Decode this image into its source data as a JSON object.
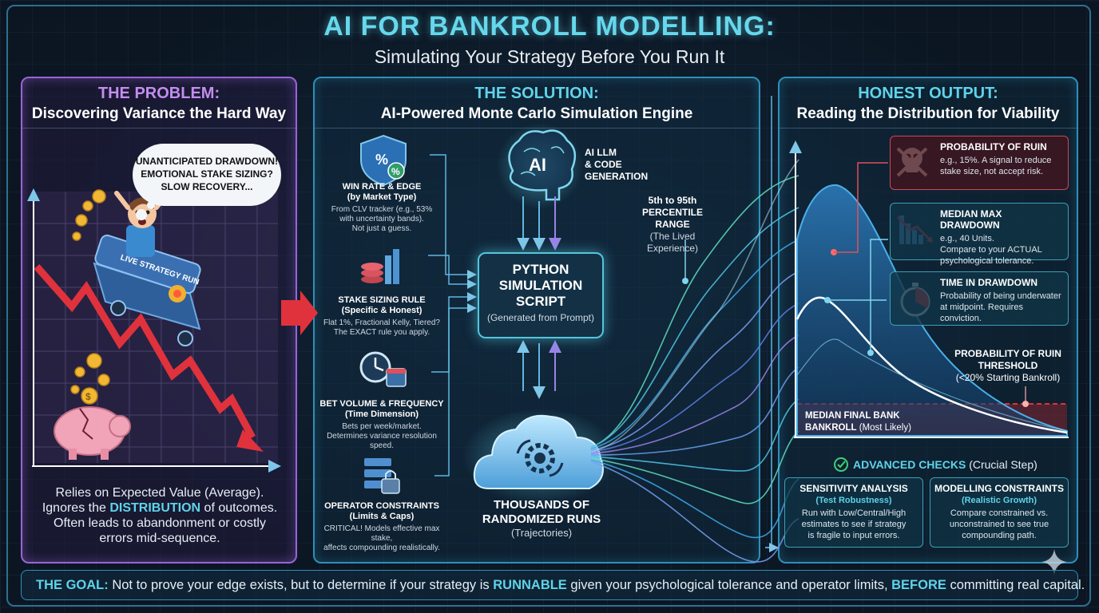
{
  "header": {
    "title": "AI FOR BANKROLL MODELLING:",
    "subtitle": "Simulating Your Strategy Before You Run It"
  },
  "problem": {
    "kicker": "THE PROBLEM:",
    "heading": "Discovering Variance the Hard Way",
    "bubble_l1": "UNANTICIPATED DRAWDOWN!",
    "bubble_l2": "EMOTIONAL STAKE SIZING?",
    "bubble_l3": "SLOW RECOVERY...",
    "cart_label": "LIVE STRATEGY RUN",
    "coin_symbol": "$",
    "desc_1": "Relies on Expected Value (Average).",
    "desc_2a": "Ignores the ",
    "desc_2b": "DISTRIBUTION",
    "desc_2c": " of outcomes.",
    "desc_3": "Often leads to abandonment or costly",
    "desc_4": "errors mid-sequence."
  },
  "solution": {
    "kicker": "THE SOLUTION:",
    "heading": "AI-Powered Monte Carlo Simulation Engine",
    "inputs": [
      {
        "title": "WIN RATE & EDGE",
        "subtitle": "(by Market Type)",
        "desc": [
          "From CLV tracker (e.g., 53%",
          "with uncertainty bands).",
          "Not just a guess."
        ],
        "icon": "percent-shield-icon"
      },
      {
        "title": "STAKE SIZING RULE",
        "subtitle": "(Specific & Honest)",
        "desc": [
          "Flat 1%, Fractional Kelly, Tiered?",
          "The EXACT rule you apply."
        ],
        "icon": "coin-stack-icon"
      },
      {
        "title": "BET VOLUME & FREQUENCY",
        "subtitle": "(Time Dimension)",
        "desc": [
          "Bets per week/market.",
          "Determines variance resolution speed."
        ],
        "icon": "clock-calendar-icon"
      },
      {
        "title": "OPERATOR CONSTRAINTS",
        "subtitle": "(Limits & Caps)",
        "desc": [
          "CRITICAL! Models effective max stake,",
          "affects compounding realistically."
        ],
        "icon": "server-lock-icon"
      }
    ],
    "ai_mark": "AI",
    "ai_label_1": "AI LLM",
    "ai_label_2": "& CODE",
    "ai_label_3": "GENERATION",
    "script_l1": "PYTHON",
    "script_l2": "SIMULATION",
    "script_l3": "SCRIPT",
    "script_note": "(Generated from Prompt)",
    "runs_l1": "THOUSANDS OF",
    "runs_l2": "RANDOMIZED RUNS",
    "runs_note": "(Trajectories)",
    "pct_l1": "5th to 95th",
    "pct_l2": "PERCENTILE",
    "pct_l3": "RANGE",
    "pct_note": "(The Lived Experience)"
  },
  "output": {
    "kicker": "HONEST OUTPUT:",
    "heading": "Reading the Distribution for Viability",
    "cards": {
      "ruin": {
        "title": "PROBABILITY OF RUIN",
        "d1": "e.g., 15%. A signal to reduce",
        "d2": "stake size, not accept risk."
      },
      "mdd": {
        "title": "MEDIAN MAX DRAWDOWN",
        "d1": "e.g., 40 Units.",
        "d2": "Compare to your ACTUAL",
        "d3": "psychological tolerance."
      },
      "tid": {
        "title": "TIME IN DRAWDOWN",
        "d1": "Probability of being underwater",
        "d2": "at midpoint. Requires conviction."
      }
    },
    "thresh_l1": "PROBABILITY OF RUIN",
    "thresh_l2": "THRESHOLD",
    "thresh_note": "(<20% Starting Bankroll)",
    "median_l1": "MEDIAN FINAL BANK",
    "median_l2a": "BANKROLL",
    "median_l2b": " (Most Likely)",
    "adv_title": "ADVANCED CHECKS",
    "adv_note": " (Crucial Step)",
    "adv_cards": [
      {
        "title": "SENSITIVITY ANALYSIS",
        "sub": "(Test Robustness)",
        "d1": "Run with Low/Central/High",
        "d2": "estimates to see if strategy",
        "d3": "is fragile to input errors."
      },
      {
        "title": "MODELLING CONSTRAINTS",
        "sub": "(Realistic Growth)",
        "d1": "Compare constrained vs.",
        "d2": "unconstrained to see true",
        "d3": "compounding path."
      }
    ]
  },
  "goal": {
    "label": "THE GOAL:",
    "t1": " Not to prove your edge exists, but to determine if your strategy is ",
    "k1": "RUNNABLE",
    "t2": " given your psychological tolerance and operator limits, ",
    "k2": "BEFORE",
    "t3": " committing real capital."
  },
  "colors": {
    "accent": "#5fd3ea",
    "problem": "#9a63d8",
    "danger": "#e0323c",
    "frame": "#2f8fb8"
  }
}
